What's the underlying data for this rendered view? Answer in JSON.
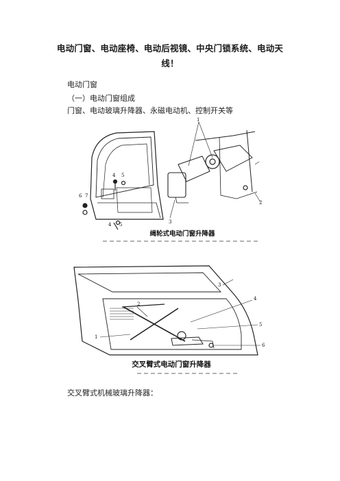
{
  "document": {
    "title_line1": "电动门窗、电动座椅、电动后视镜、中央门锁系统、电动天",
    "title_line2": "线！",
    "section_heading": "电动门窗",
    "subsection_heading": "（一）电动门窗组成",
    "components_line": "门窗、电动玻璃升降器、永磁电动机、控制开关等",
    "closing_line": "交叉臂式机械玻璃升降器："
  },
  "figure1": {
    "caption": "绳轮式电动门窗升降器",
    "callouts": [
      "1",
      "2",
      "3",
      "4",
      "5",
      "6",
      "7",
      "4",
      "5"
    ]
  },
  "figure2": {
    "caption": "交叉臂式电动门窗升降器",
    "callouts": [
      "1",
      "2",
      "3",
      "4",
      "5",
      "6"
    ]
  }
}
